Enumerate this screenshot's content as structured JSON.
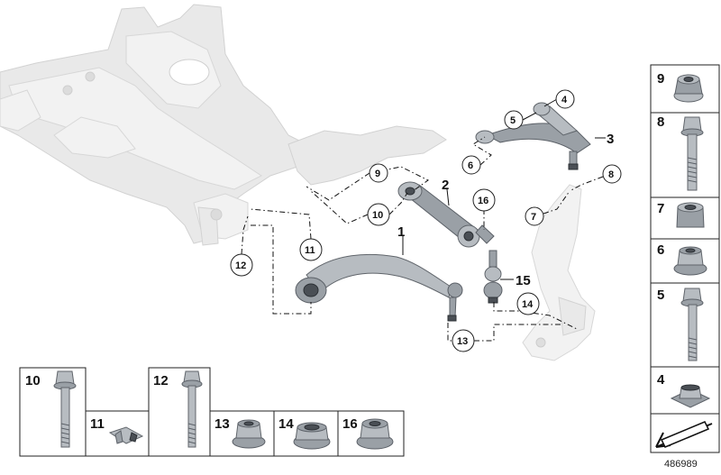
{
  "callouts": {
    "c1": "1",
    "c2": "2",
    "c3": "3",
    "c4": "4",
    "c5": "5",
    "c6": "6",
    "c7": "7",
    "c8": "8",
    "c9": "9",
    "c10": "10",
    "c11": "11",
    "c12": "12",
    "c13": "13",
    "c14": "14",
    "c15": "15",
    "c16": "16"
  },
  "parts_right": {
    "p9": "9",
    "p8": "8",
    "p7": "7",
    "p6": "6",
    "p5": "5",
    "p4": "4"
  },
  "parts_bottom": {
    "p10": "10",
    "p11": "11",
    "p12": "12",
    "p13": "13",
    "p14": "14",
    "p16": "16"
  },
  "figure_number": "486989"
}
